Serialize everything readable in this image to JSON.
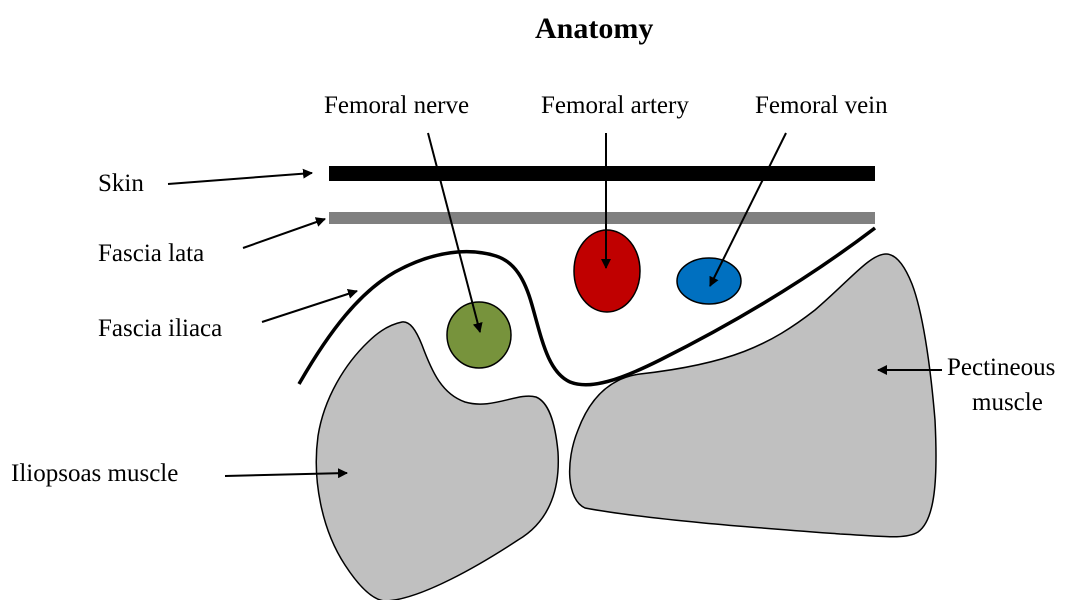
{
  "title": "Anatomy",
  "labels": {
    "femoral_nerve": "Femoral nerve",
    "femoral_artery": "Femoral artery",
    "femoral_vein": "Femoral vein",
    "skin": "Skin",
    "fascia_lata": "Fascia lata",
    "fascia_iliaca": "Fascia iliaca",
    "iliopsoas_muscle": "Iliopsoas muscle",
    "pectineous_line1": "Pectineous",
    "pectineous_line2": "muscle"
  },
  "colors": {
    "skin": "#000000",
    "fascia_lata": "#808080",
    "muscle_fill": "#c0c0c0",
    "nerve_fill": "#77933c",
    "artery_fill": "#c00000",
    "vein_fill": "#0070c0"
  }
}
